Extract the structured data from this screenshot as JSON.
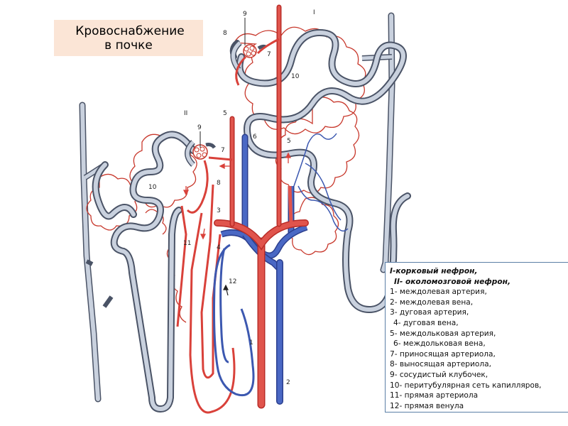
{
  "title": {
    "line1": "Кровоснабжение",
    "line2": "в почке"
  },
  "diagram": {
    "labels": {
      "nephron_I": "I",
      "nephron_II": "II",
      "l1": "1",
      "l2": "2",
      "l3": "3",
      "l4": "4",
      "l5_left": "5",
      "l5_right": "5",
      "l6": "6",
      "l7_top": "7",
      "l7_mid": "7",
      "l8_top": "8",
      "l8_mid": "8",
      "l9_top": "9",
      "l9_mid": "9",
      "l10_top": "10",
      "l10_left": "10",
      "l11": "11",
      "l12": "12"
    },
    "colors": {
      "artery": "#d9413a",
      "vein": "#3c58b0",
      "tubule": "#b9c3d2",
      "tubule_outline": "#4a5366",
      "capillary": "#c8382c"
    }
  },
  "legend": {
    "items": [
      "I-корковый нефрон,",
      "II- околомозговой нефрон,",
      "1- междолевая артерия,",
      "2- междолевая вена,",
      "3- дуговая артерия,",
      "4- дуговая вена,",
      "5- междольковая артерия,",
      "6- междольковая вена,",
      "7- приносящая артериола,",
      "8- выносящая артериола,",
      "9- сосудистый клубочек,",
      "10- перитубулярная сеть капилляров,",
      "11- прямая артериола",
      "12- прямая венула"
    ]
  }
}
